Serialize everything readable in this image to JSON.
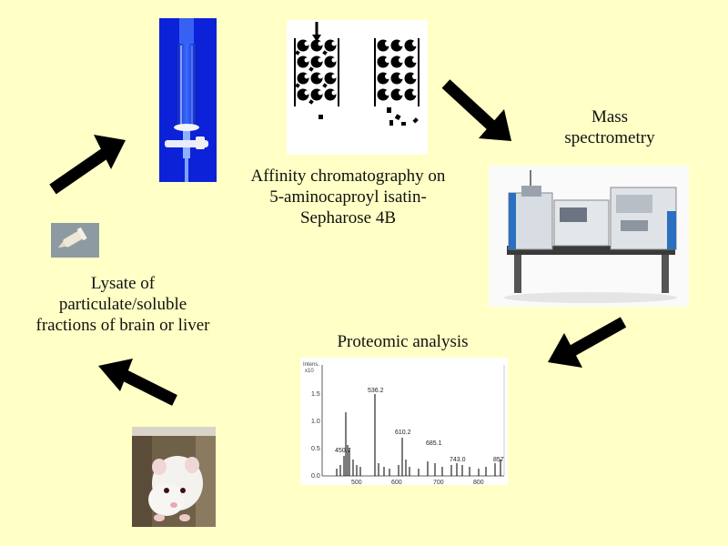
{
  "captions": {
    "affinity": [
      "Affinity chromatography on",
      "5-aminocaproyl isatin-",
      "Sepharose 4B"
    ],
    "mass": [
      "Mass",
      "spectrometry"
    ],
    "proteomic": "Proteomic analysis",
    "lysate": [
      "Lysate of",
      "particulate/soluble",
      "fractions of brain or liver"
    ]
  },
  "spectrum": {
    "yaxis_title": "Intens.",
    "yaxis_scale": "x10",
    "y_ticks": [
      "1.5",
      "1.0",
      "0.5",
      "0.0"
    ],
    "x_ticks": [
      "500",
      "600",
      "700",
      "800"
    ],
    "peak_labels": [
      "536.2",
      "610.2",
      "685.1",
      "743.0",
      "857",
      "450.7"
    ]
  },
  "colors": {
    "background": "#ffffc6",
    "arrow": "#000000",
    "column_blue": "#1f3fe0",
    "instrument_accent": "#2a6fc0"
  }
}
